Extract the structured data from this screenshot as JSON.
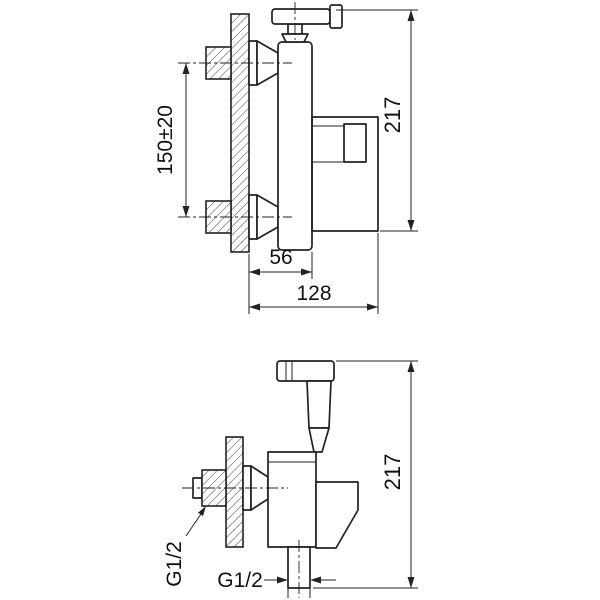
{
  "figure": {
    "background": "#ffffff",
    "line_color": "#222222",
    "description": "Technical installation drawing of a wall-mounted shower mixer (top view) and mixer with hygienic hand spray (bottom view)"
  },
  "top_view": {
    "dims": {
      "mount_spacing": "150±20",
      "overall_height": "217",
      "wall_to_body": "56",
      "overall_depth": "128"
    }
  },
  "bottom_view": {
    "dims": {
      "inlet_thread": "G1/2",
      "outlet_thread": "G1/2",
      "overall_height": "217"
    }
  }
}
